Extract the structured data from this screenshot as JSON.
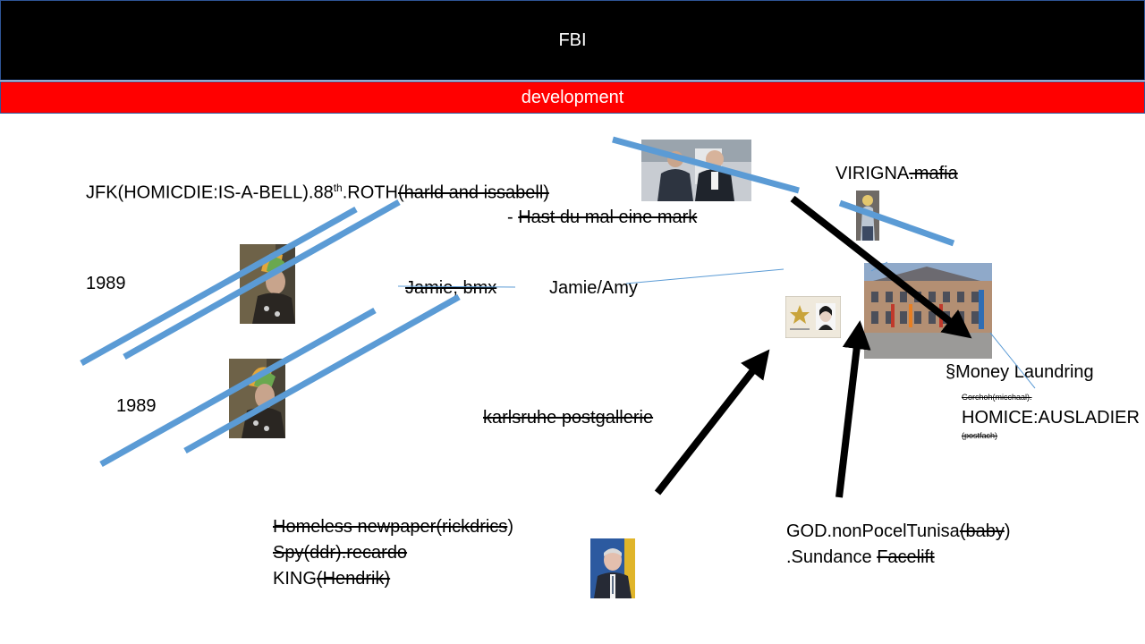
{
  "header": {
    "title": "FBI"
  },
  "subheader": {
    "label": "development"
  },
  "notes": {
    "jfk_main": "JFK(HOMICDIE:IS-A-BELL).88",
    "jfk_sup": "th",
    "jfk_roth": ".ROTH",
    "jfk_struck": "(harld and issabell)",
    "hast_dash": "- ",
    "hast_struck": "Hast du mal eine mark",
    "virigna": "VIRIGNA",
    "virigna_struck": ".mafia",
    "year_1": "1989",
    "year_2": "1989",
    "jamie_bmx": "Jamie, bmx",
    "jamie_amy": "Jamie/Amy",
    "money": "§Money Laundring",
    "gorchoh": "Gorchoh(micchaal).",
    "homice": "HOMICE:AUSLADIER",
    "postfach": "(postfach)",
    "karlsruhe": "karlsruhe postgallerie",
    "homeless": "Homeless newpaper(rickdrics",
    "homeless_close": ")",
    "spy": "Spy(ddr).recardo",
    "king": "KING",
    "king_struck": "(Hendrik)",
    "god": "GOD.nonPocelTunisa",
    "god_struck": "(baby",
    "god_close": ")",
    "sundance": ".Sundance ",
    "sundance_struck": "Facelift"
  },
  "colors": {
    "header_bg": "#000000",
    "subheader_bg": "#ff0000",
    "blue_strike": "#5b9bd5",
    "arrow": "#000000",
    "thin_line": "#5b9bd5"
  }
}
